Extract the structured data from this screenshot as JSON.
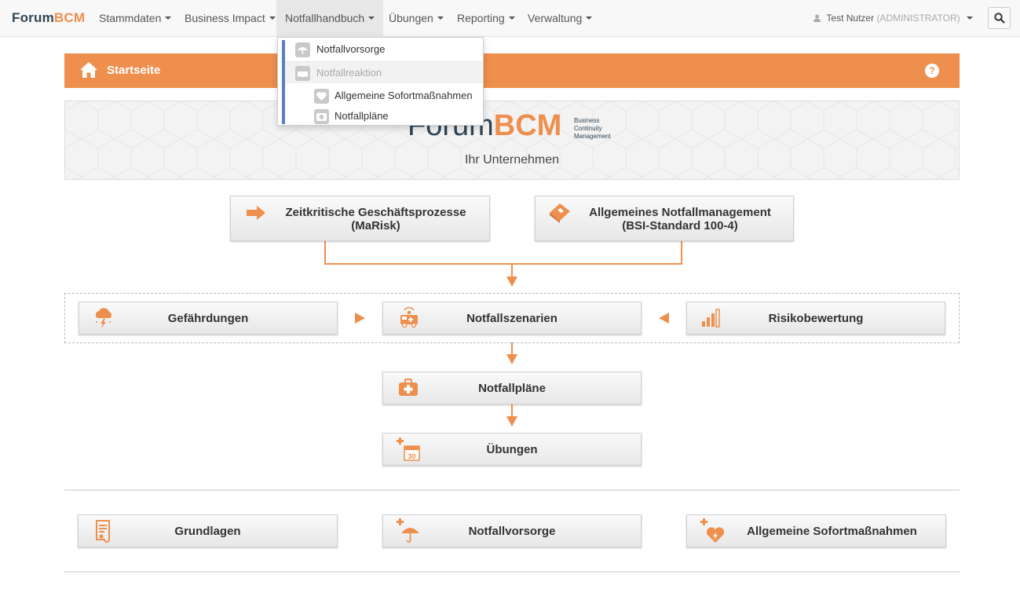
{
  "brand": {
    "part1": "Forum",
    "part2": "BCM"
  },
  "nav": {
    "items": [
      {
        "label": "Stammdaten"
      },
      {
        "label": "Business Impact"
      },
      {
        "label": "Notfallhandbuch"
      },
      {
        "label": "Übungen"
      },
      {
        "label": "Reporting"
      },
      {
        "label": "Verwaltung"
      }
    ],
    "user_name": "Test Nutzer",
    "user_role": "(ADMINISTRATOR)"
  },
  "dropdown": {
    "items": [
      {
        "label": "Notfallvorsorge"
      },
      {
        "label": "Notfallreaktion"
      },
      {
        "label": "Allgemeine Sofortmaßnahmen"
      },
      {
        "label": "Notfallpläne"
      }
    ]
  },
  "header": {
    "title": "Startseite",
    "help": "?"
  },
  "banner": {
    "logo_part1": "Forum",
    "logo_part2": "BCM",
    "logo_sub": [
      "Business",
      "Continuity",
      "Management"
    ],
    "company": "Ihr Unternehmen"
  },
  "flow": {
    "zeitkritisch": [
      "Zeitkritische Geschäftsprozesse",
      "(MaRisk)"
    ],
    "allgemein": [
      "Allgemeines Notfallmanagement",
      "(BSI-Standard 100-4)"
    ],
    "gefaehrdungen": "Gefährdungen",
    "notfallszenarien": "Notfallszenarien",
    "risikobewertung": "Risikobewertung",
    "notfallplaene": "Notfallpläne",
    "uebungen": "Übungen",
    "calendar_day": "30"
  },
  "bottom": {
    "grundlagen": "Grundlagen",
    "notfallvorsorge": "Notfallvorsorge",
    "sofortmassnahmen": "Allgemeine Sofortmaßnahmen"
  },
  "colors": {
    "accent": "#ee8f4d",
    "brand_dark": "#2f4555",
    "dropdown_bar": "#5b7fc4"
  }
}
